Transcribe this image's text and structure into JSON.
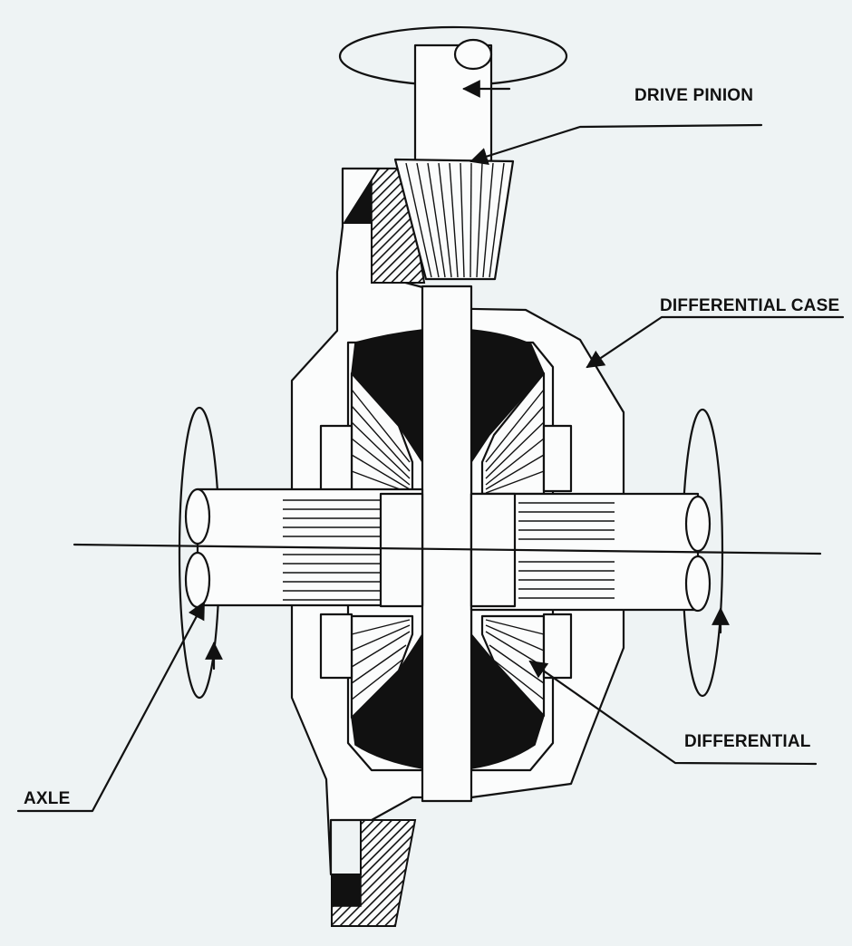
{
  "labels": {
    "drive_pinion": "DRIVE PINION",
    "differential_case": "DIFFERENTIAL CASE",
    "differential": "DIFFERENTIAL",
    "axle": "AXLE"
  },
  "colors": {
    "background": "#eef3f4",
    "ink": "#111111",
    "paper": "#fbfcfc"
  }
}
